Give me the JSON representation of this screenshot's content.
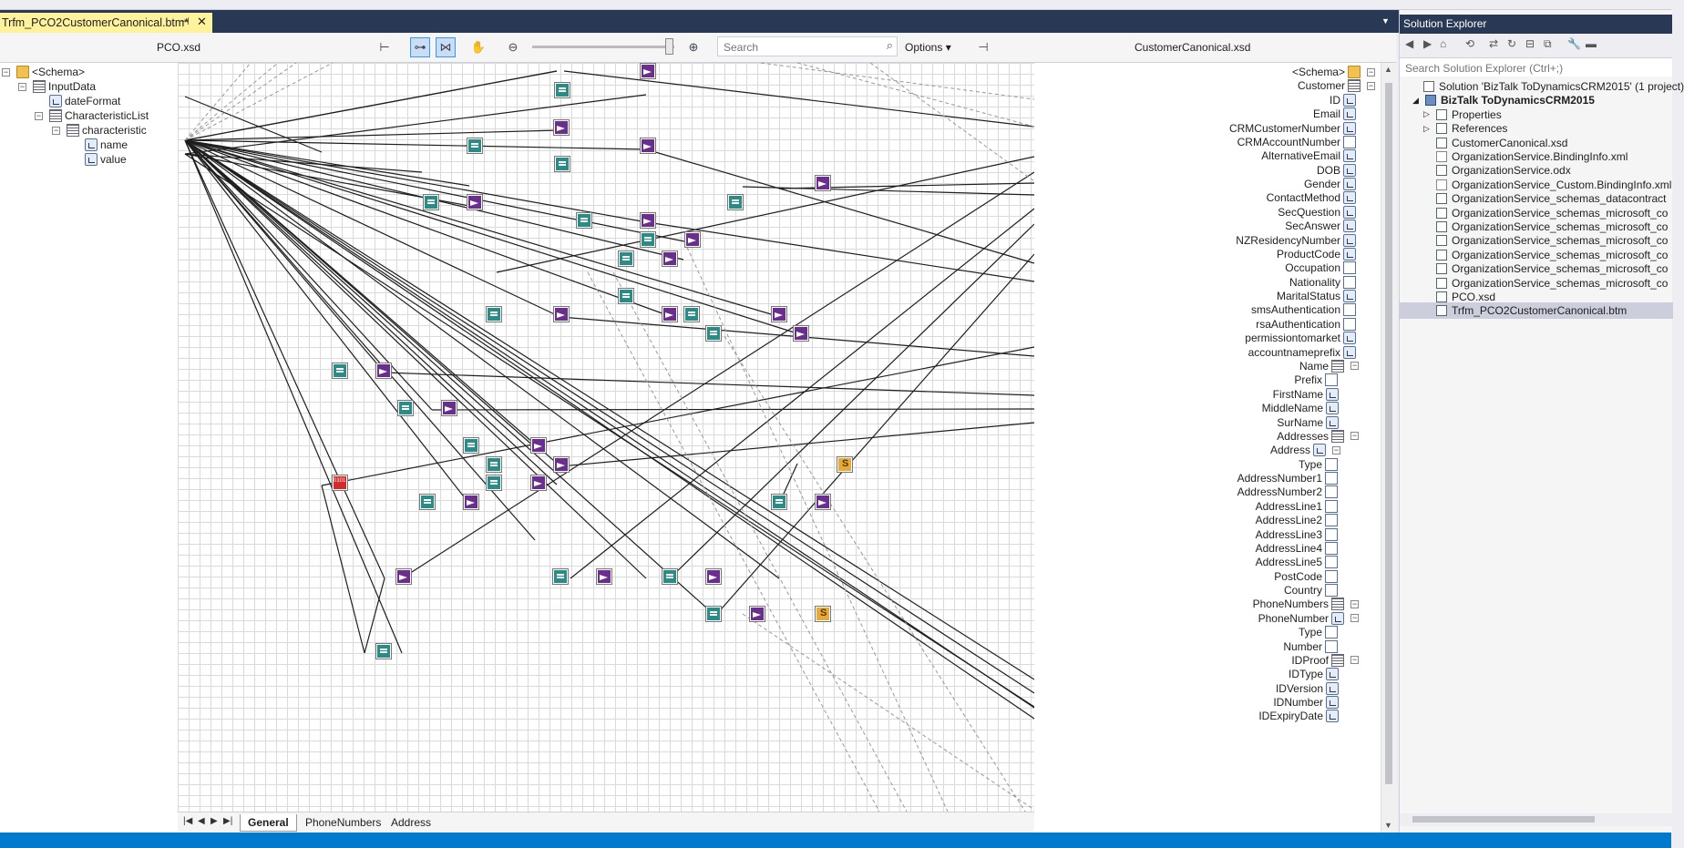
{
  "document_tab": {
    "title": "Trfm_PCO2CustomerCanonical.btm*",
    "pin_icon": "pin-icon",
    "close_icon": "close-icon"
  },
  "mapper": {
    "source_schema": "PCO.xsd",
    "target_schema": "CustomerCanonical.xsd",
    "search_placeholder": "Search",
    "options_label": "Options",
    "page_tabs": [
      "General",
      "PhoneNumbers",
      "Address"
    ],
    "active_page_tab": "General",
    "zoom_level": 0.92
  },
  "source_tree": [
    {
      "label": "<Schema>",
      "depth": 0,
      "icon": "folder"
    },
    {
      "label": "InputData",
      "depth": 1,
      "icon": "record"
    },
    {
      "label": "dateFormat",
      "depth": 2,
      "icon": "field"
    },
    {
      "label": "CharacteristicList",
      "depth": 2,
      "icon": "record"
    },
    {
      "label": "characteristic",
      "depth": 3,
      "icon": "record"
    },
    {
      "label": "name",
      "depth": 4,
      "icon": "field"
    },
    {
      "label": "value",
      "depth": 4,
      "icon": "field"
    }
  ],
  "target_tree": [
    {
      "label": "<Schema>",
      "icon": "folder",
      "expander": "-"
    },
    {
      "label": "Customer",
      "icon": "record",
      "expander": "-"
    },
    {
      "label": "ID",
      "icon": "field"
    },
    {
      "label": "Email",
      "icon": "field"
    },
    {
      "label": "CRMCustomerNumber",
      "icon": "field"
    },
    {
      "label": "CRMAccountNumber",
      "icon": "field2"
    },
    {
      "label": "AlternativeEmail",
      "icon": "field"
    },
    {
      "label": "DOB",
      "icon": "field"
    },
    {
      "label": "Gender",
      "icon": "field"
    },
    {
      "label": "ContactMethod",
      "icon": "field"
    },
    {
      "label": "SecQuestion",
      "icon": "field"
    },
    {
      "label": "SecAnswer",
      "icon": "field"
    },
    {
      "label": "NZResidencyNumber",
      "icon": "field"
    },
    {
      "label": "ProductCode",
      "icon": "field"
    },
    {
      "label": "Occupation",
      "icon": "field2"
    },
    {
      "label": "Nationality",
      "icon": "field2"
    },
    {
      "label": "MaritalStatus",
      "icon": "field"
    },
    {
      "label": "smsAuthentication",
      "icon": "field2"
    },
    {
      "label": "rsaAuthentication",
      "icon": "field2"
    },
    {
      "label": "permissiontomarket",
      "icon": "field"
    },
    {
      "label": "accountnameprefix",
      "icon": "field"
    },
    {
      "label": "Name",
      "icon": "record",
      "expander": "-"
    },
    {
      "label": "Prefix",
      "icon": "field2"
    },
    {
      "label": "FirstName",
      "icon": "field"
    },
    {
      "label": "MiddleName",
      "icon": "field"
    },
    {
      "label": "SurName",
      "icon": "field"
    },
    {
      "label": "Addresses",
      "icon": "record",
      "expander": "-"
    },
    {
      "label": "Address",
      "icon": "field",
      "expander": "-"
    },
    {
      "label": "Type",
      "icon": "field2"
    },
    {
      "label": "AddressNumber1",
      "icon": "field2"
    },
    {
      "label": "AddressNumber2",
      "icon": "field2"
    },
    {
      "label": "AddressLine1",
      "icon": "field2"
    },
    {
      "label": "AddressLine2",
      "icon": "field2"
    },
    {
      "label": "AddressLine3",
      "icon": "field2"
    },
    {
      "label": "AddressLine4",
      "icon": "field2"
    },
    {
      "label": "AddressLine5",
      "icon": "field2"
    },
    {
      "label": "PostCode",
      "icon": "field2"
    },
    {
      "label": "Country",
      "icon": "field2"
    },
    {
      "label": "PhoneNumbers",
      "icon": "record",
      "expander": "-"
    },
    {
      "label": "PhoneNumber",
      "icon": "field",
      "expander": "-"
    },
    {
      "label": "Type",
      "icon": "field2"
    },
    {
      "label": "Number",
      "icon": "field2"
    },
    {
      "label": "IDProof",
      "icon": "record",
      "expander": "-"
    },
    {
      "label": "IDType",
      "icon": "field"
    },
    {
      "label": "IDVersion",
      "icon": "field"
    },
    {
      "label": "IDNumber",
      "icon": "field"
    },
    {
      "label": "IDExpiryDate",
      "icon": "field"
    }
  ],
  "solution_explorer": {
    "title": "Solution Explorer",
    "search_placeholder": "Search Solution Explorer (Ctrl+;)",
    "items": [
      {
        "label": "Solution 'BizTalk ToDynamicsCRM2015' (1 project)",
        "depth": 0,
        "icon": "sol",
        "bold": false
      },
      {
        "label": "BizTalk ToDynamicsCRM2015",
        "depth": 1,
        "icon": "proj",
        "bold": true,
        "arrow": "◢"
      },
      {
        "label": "Properties",
        "depth": 2,
        "icon": "wrench",
        "arrow": "▷"
      },
      {
        "label": "References",
        "depth": 2,
        "icon": "refs",
        "arrow": "▷"
      },
      {
        "label": "CustomerCanonical.xsd",
        "depth": 2,
        "icon": "xsd"
      },
      {
        "label": "OrganizationService.BindingInfo.xml",
        "depth": 2,
        "icon": "xml"
      },
      {
        "label": "OrganizationService.odx",
        "depth": 2,
        "icon": "xsd"
      },
      {
        "label": "OrganizationService_Custom.BindingInfo.xml",
        "depth": 2,
        "icon": "xml"
      },
      {
        "label": "OrganizationService_schemas_datacontract",
        "depth": 2,
        "icon": "xsd"
      },
      {
        "label": "OrganizationService_schemas_microsoft_co",
        "depth": 2,
        "icon": "xsd"
      },
      {
        "label": "OrganizationService_schemas_microsoft_co",
        "depth": 2,
        "icon": "xsd"
      },
      {
        "label": "OrganizationService_schemas_microsoft_co",
        "depth": 2,
        "icon": "xsd"
      },
      {
        "label": "OrganizationService_schemas_microsoft_co",
        "depth": 2,
        "icon": "xsd"
      },
      {
        "label": "OrganizationService_schemas_microsoft_co",
        "depth": 2,
        "icon": "xsd"
      },
      {
        "label": "OrganizationService_schemas_microsoft_co",
        "depth": 2,
        "icon": "xsd"
      },
      {
        "label": "PCO.xsd",
        "depth": 2,
        "icon": "xsd"
      },
      {
        "label": "Trfm_PCO2CustomerCanonical.btm",
        "depth": 2,
        "icon": "xsd",
        "selected": true
      }
    ]
  },
  "colors": {
    "tab_bar": "#293955",
    "active_tab": "#FFF29D",
    "status_bar": "#007ACC",
    "functoid_equal": "#2A8C86",
    "functoid_value": "#6A2E8C",
    "functoid_script": "#E7A93A",
    "functoid_logic": "#D62A2A"
  }
}
